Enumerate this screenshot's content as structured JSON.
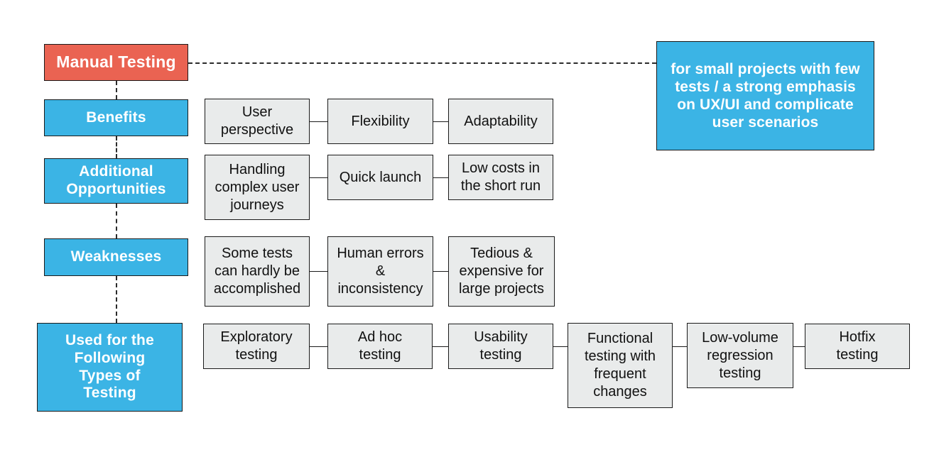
{
  "diagram": {
    "title_node": {
      "label": "Manual Testing",
      "color": "#ea6352"
    },
    "callout": {
      "label": "for small projects with few tests / a strong emphasis on UX/UI and complicate user scenarios",
      "color": "#3bb4e5"
    },
    "category_color": "#3bb4e5",
    "leaf_color": "#e9ebeb",
    "categories": [
      {
        "label": "Benefits"
      },
      {
        "label": "Additional\nOpportunities"
      },
      {
        "label": "Weaknesses"
      },
      {
        "label": "Used for the\nFollowing\nTypes of\nTesting"
      }
    ],
    "rows": [
      {
        "category": "Benefits",
        "items": [
          {
            "label": "User\nperspective"
          },
          {
            "label": "Flexibility"
          },
          {
            "label": "Adaptability"
          }
        ]
      },
      {
        "category": "Additional Opportunities",
        "items": [
          {
            "label": "Handling\ncomplex user\njourneys"
          },
          {
            "label": "Quick launch"
          },
          {
            "label": "Low costs in\nthe short run"
          }
        ]
      },
      {
        "category": "Weaknesses",
        "items": [
          {
            "label": "Some tests\ncan hardly be\naccomplished"
          },
          {
            "label": "Human errors\n&\ninconsistency"
          },
          {
            "label": "Tedious &\nexpensive for\nlarge projects"
          }
        ]
      },
      {
        "category": "Used for the Following Types of Testing",
        "items": [
          {
            "label": "Exploratory\ntesting"
          },
          {
            "label": "Ad hoc\ntesting"
          },
          {
            "label": "Usability\ntesting"
          },
          {
            "label": "Functional\ntesting with\nfrequent\nchanges"
          },
          {
            "label": "Low-volume\nregression\ntesting"
          },
          {
            "label": "Hotfix\ntesting"
          }
        ]
      }
    ]
  }
}
